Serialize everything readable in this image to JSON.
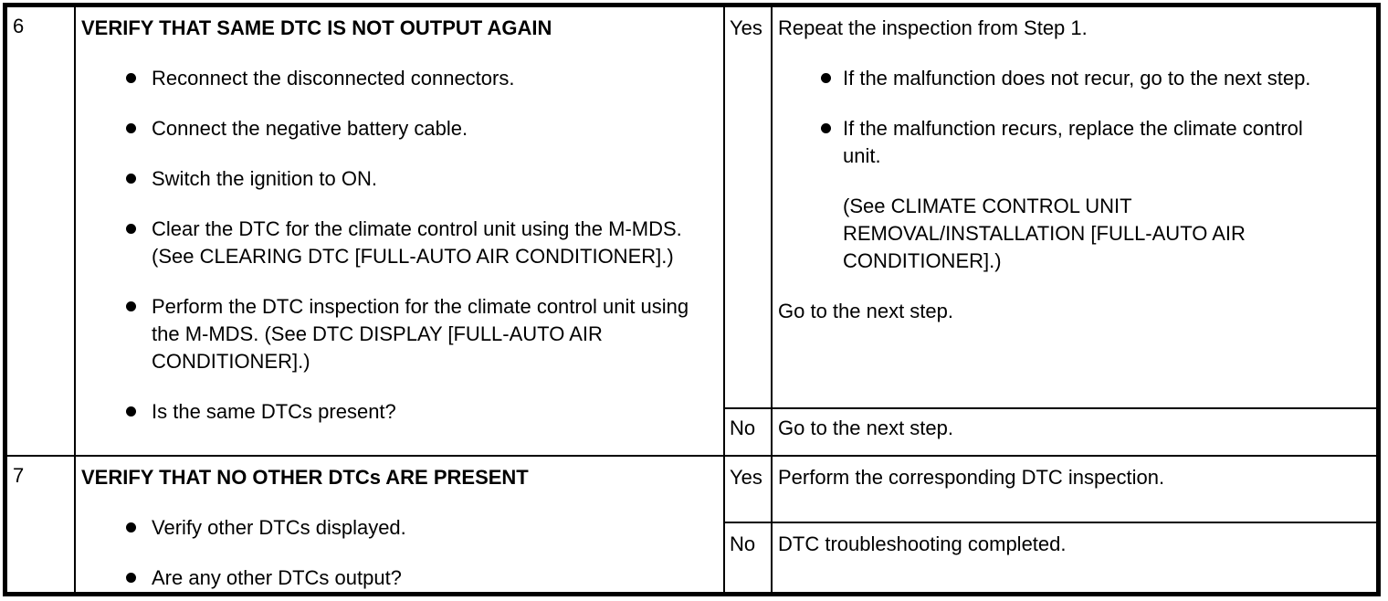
{
  "icons": {
    "bullet": "filled-circle"
  },
  "table": {
    "rows": [
      {
        "step": "6",
        "inspection": {
          "title": "VERIFY THAT SAME DTC IS NOT OUTPUT AGAIN",
          "bullets": [
            "Reconnect the disconnected connectors.",
            "Connect the negative battery cable.",
            "Switch the ignition to ON.",
            "Clear the DTC for the climate control unit using the M-MDS. (See CLEARING DTC [FULL-AUTO AIR CONDITIONER].)",
            "Perform the DTC inspection for the climate control unit using the M-MDS. (See DTC DISPLAY [FULL-AUTO AIR CONDITIONER].)",
            "Is the same DTCs present?"
          ]
        },
        "yes": {
          "label": "Yes",
          "intro": "Repeat the inspection from Step 1.",
          "bullets": [
            "If the malfunction does not recur, go to the next step.",
            "If the malfunction recurs, replace the climate control unit."
          ],
          "note": "(See CLIMATE CONTROL UNIT REMOVAL/INSTALLATION [FULL-AUTO AIR CONDITIONER].)",
          "footer": "Go to the next step."
        },
        "no": {
          "label": "No",
          "action": "Go to the next step."
        }
      },
      {
        "step": "7",
        "inspection": {
          "title": "VERIFY THAT NO OTHER DTCs ARE PRESENT",
          "bullets": [
            "Verify other DTCs displayed.",
            "Are any other DTCs output?"
          ]
        },
        "yes": {
          "label": "Yes",
          "intro": "Perform the corresponding DTC inspection."
        },
        "no": {
          "label": "No",
          "action": "DTC troubleshooting completed."
        }
      }
    ]
  }
}
